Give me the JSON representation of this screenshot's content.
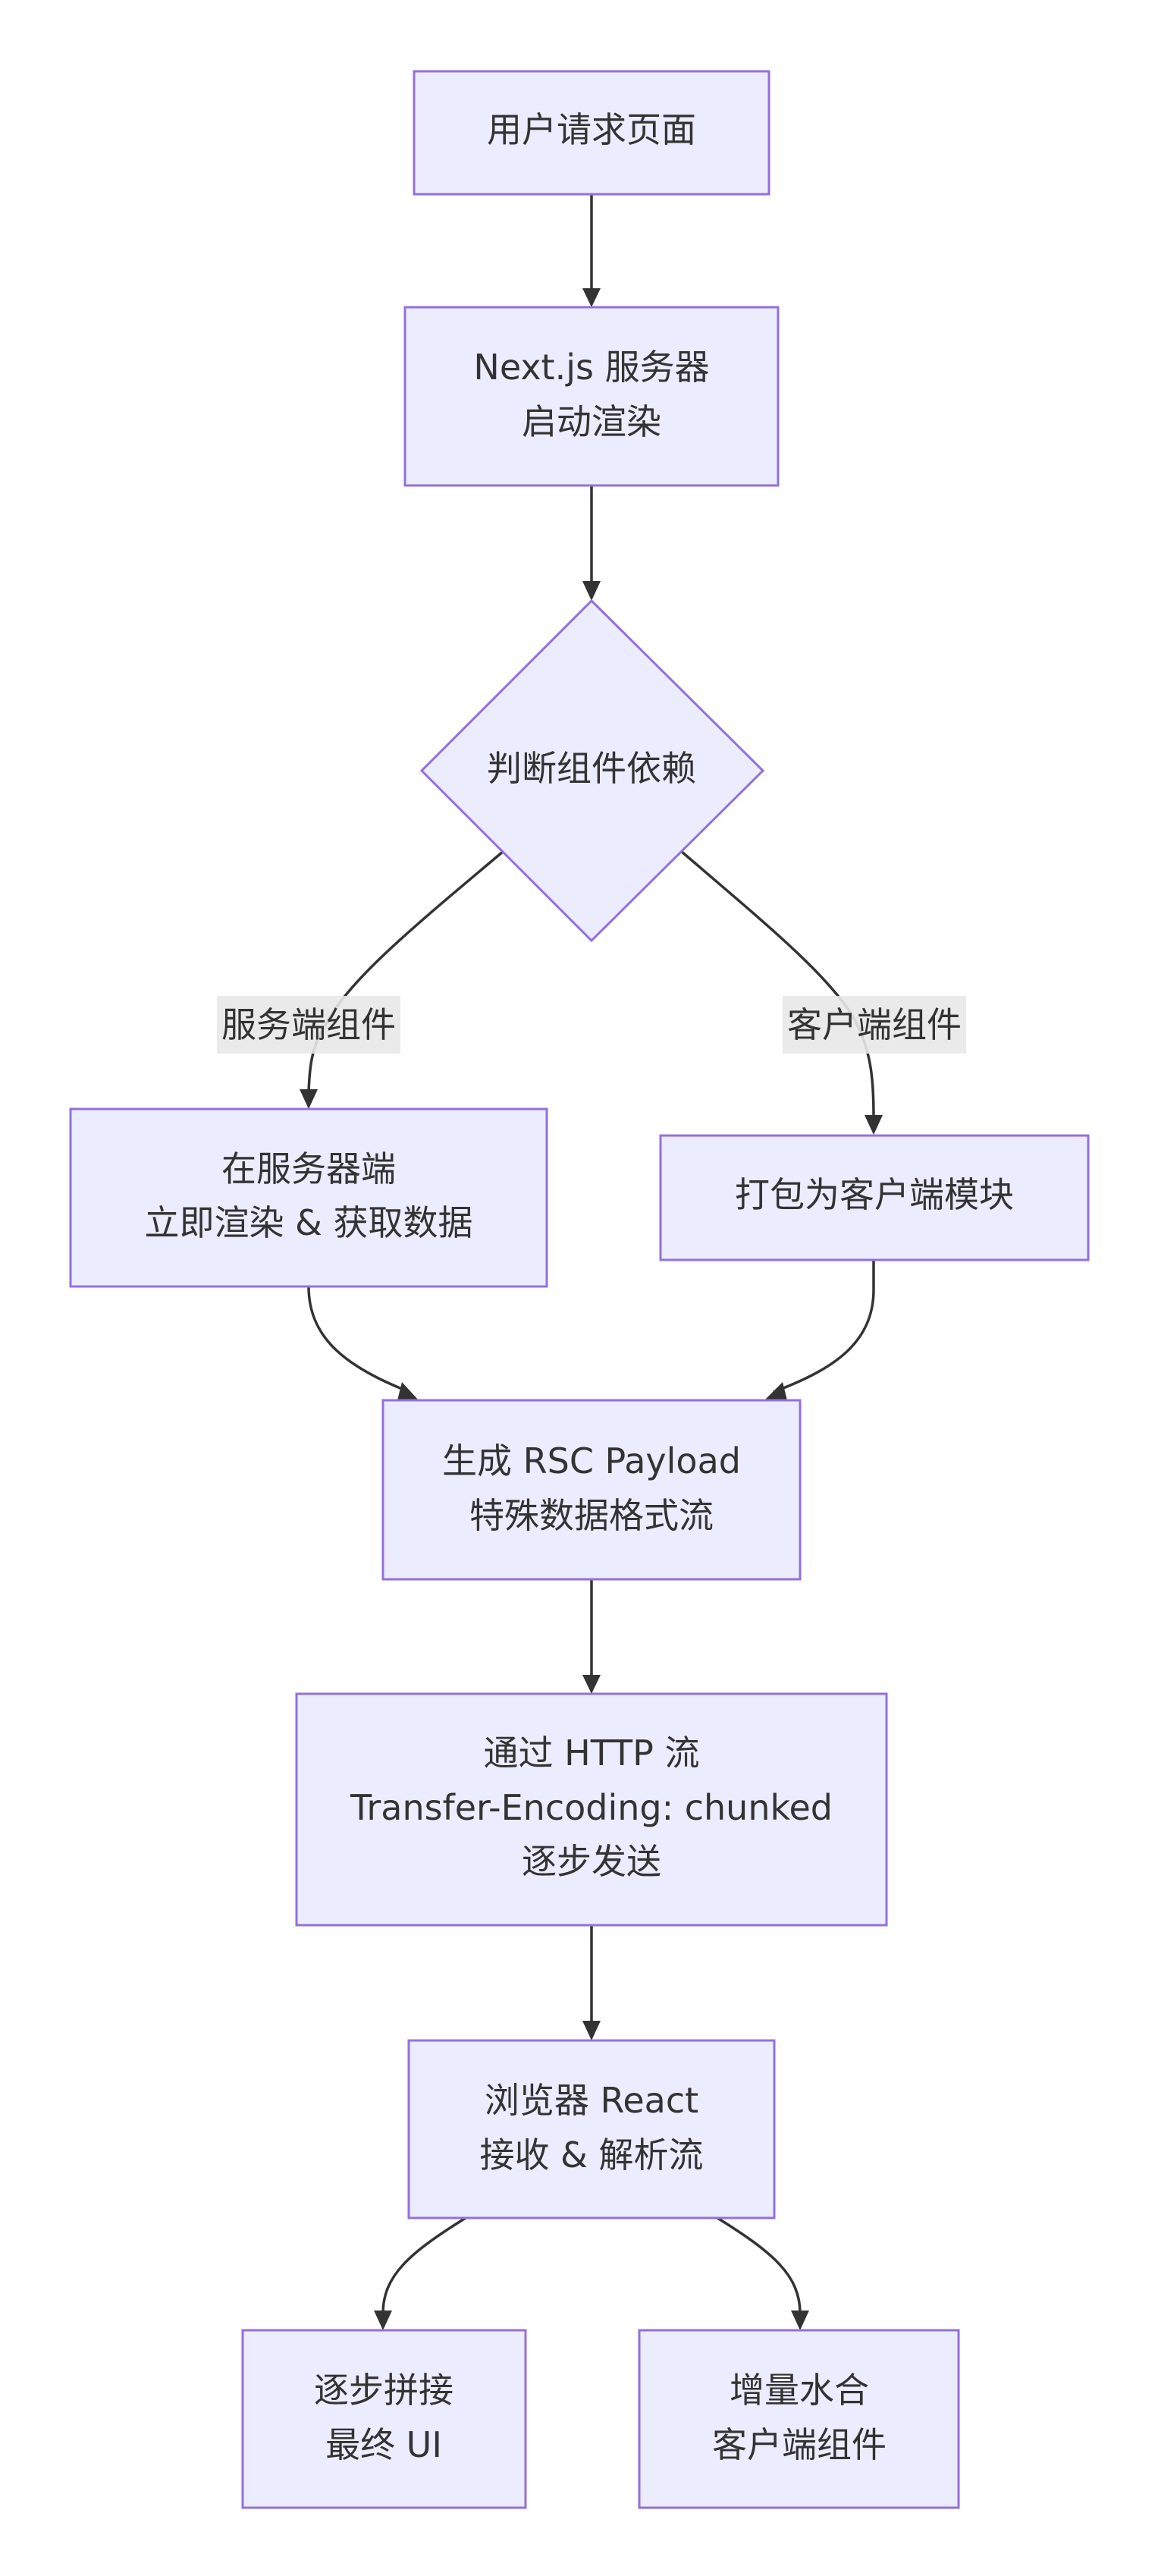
{
  "diagram": {
    "nodes": {
      "request": {
        "lines": [
          "用户请求页面"
        ]
      },
      "server_start": {
        "lines": [
          "Next.js 服务器",
          "启动渲染"
        ]
      },
      "decide": {
        "lines": [
          "判断组件依赖"
        ]
      },
      "server_render": {
        "lines": [
          "在服务器端",
          "立即渲染 & 获取数据"
        ]
      },
      "client_bundle": {
        "lines": [
          "打包为客户端模块"
        ]
      },
      "rsc_payload": {
        "lines": [
          "生成 RSC Payload",
          "特殊数据格式流"
        ]
      },
      "http_stream": {
        "lines": [
          "通过 HTTP 流",
          "Transfer-Encoding: chunked",
          "逐步发送"
        ]
      },
      "browser": {
        "lines": [
          "浏览器 React",
          "接收 & 解析流"
        ]
      },
      "compose_ui": {
        "lines": [
          "逐步拼接",
          "最终 UI"
        ]
      },
      "hydrate": {
        "lines": [
          "增量水合",
          "客户端组件"
        ]
      }
    },
    "edge_labels": {
      "server_component": "服务端组件",
      "client_component": "客户端组件"
    },
    "colors": {
      "node_fill": "#ececff",
      "node_stroke": "#9370db",
      "edge": "#333333",
      "label_bg": "#e8e8e8",
      "text": "#333333"
    }
  }
}
